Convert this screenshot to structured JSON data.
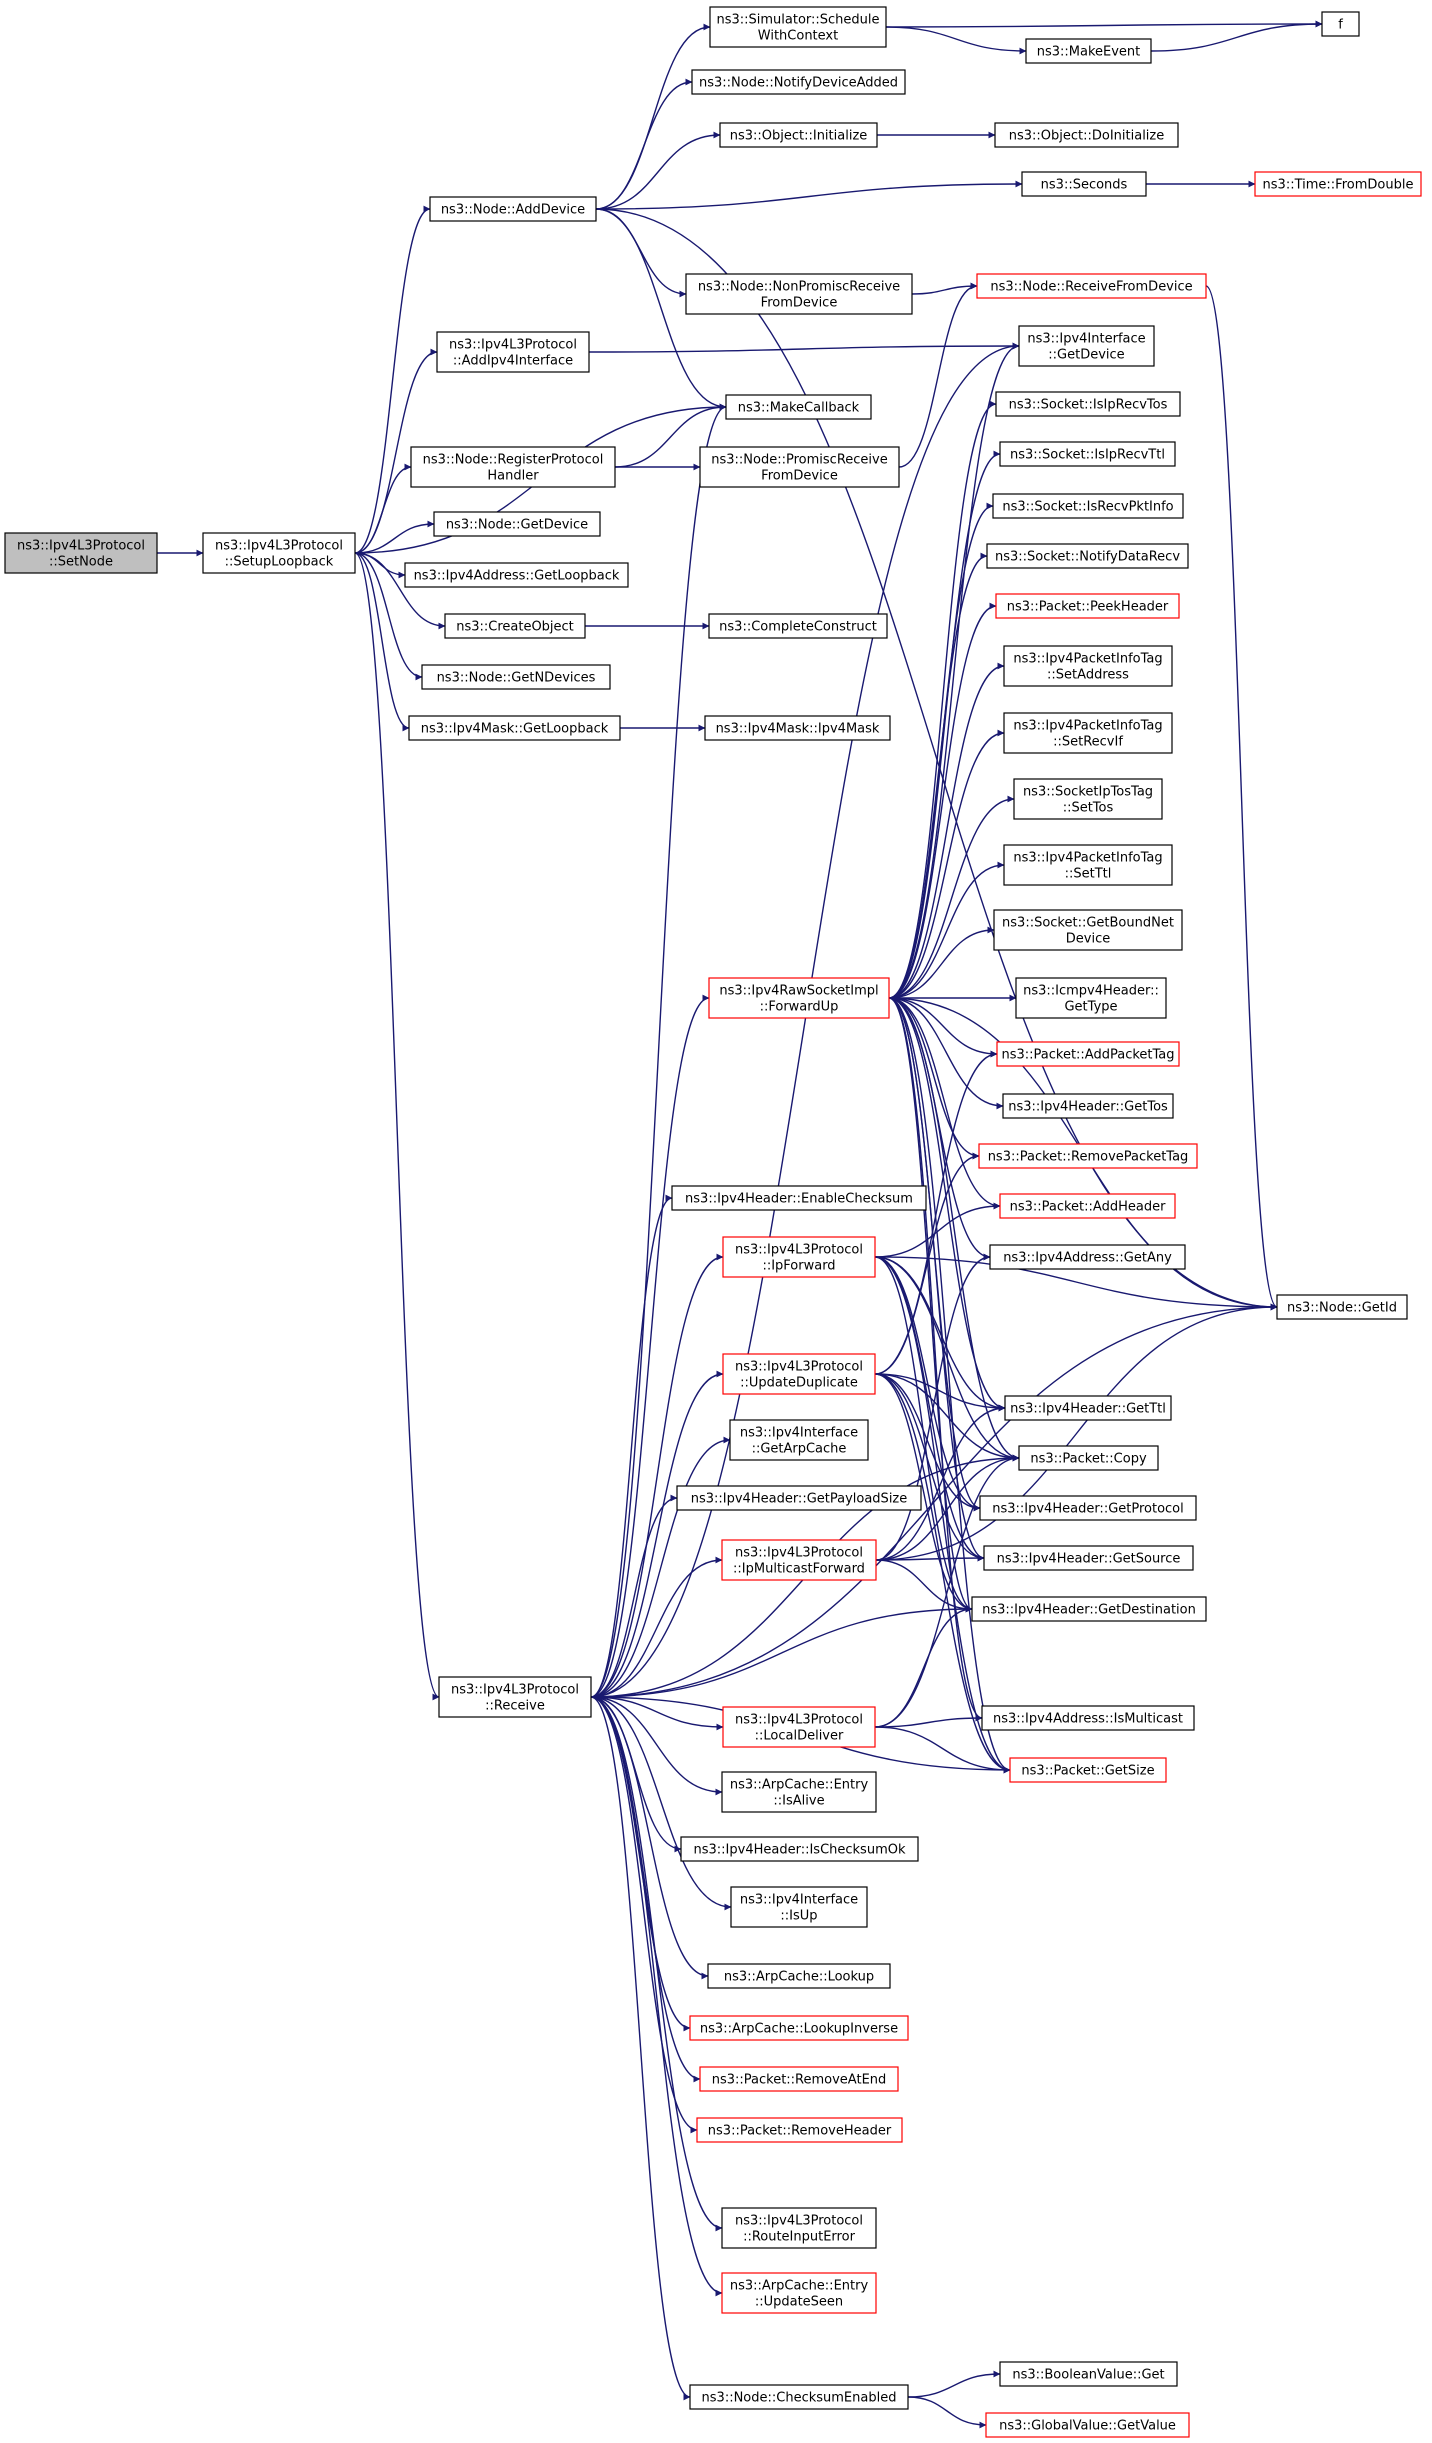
{
  "colors": {
    "edge": "#191970",
    "node_border": "#000000",
    "truncated_border": "#ff0000",
    "root_fill": "#bfbfbf",
    "node_fill": "#ffffff"
  },
  "nodes": {
    "set_node": {
      "lines": [
        "ns3::Ipv4L3Protocol",
        "::SetNode"
      ],
      "style": "root"
    },
    "setup_loopback": {
      "lines": [
        "ns3::Ipv4L3Protocol",
        "::SetupLoopback"
      ],
      "style": "normal"
    },
    "node_add_device": {
      "lines": [
        "ns3::Node::AddDevice"
      ],
      "style": "normal"
    },
    "add_ipv4_interface": {
      "lines": [
        "ns3::Ipv4L3Protocol",
        "::AddIpv4Interface"
      ],
      "style": "normal"
    },
    "register_protocol_handler": {
      "lines": [
        "ns3::Node::RegisterProtocol",
        "Handler"
      ],
      "style": "normal"
    },
    "node_get_device": {
      "lines": [
        "ns3::Node::GetDevice"
      ],
      "style": "normal"
    },
    "ipv4address_get_loopback": {
      "lines": [
        "ns3::Ipv4Address::GetLoopback"
      ],
      "style": "normal"
    },
    "create_object": {
      "lines": [
        "ns3::CreateObject"
      ],
      "style": "normal"
    },
    "node_get_n_devices": {
      "lines": [
        "ns3::Node::GetNDevices"
      ],
      "style": "normal"
    },
    "ipv4mask_get_loopback": {
      "lines": [
        "ns3::Ipv4Mask::GetLoopback"
      ],
      "style": "normal"
    },
    "receive": {
      "lines": [
        "ns3::Ipv4L3Protocol",
        "::Receive"
      ],
      "style": "normal"
    },
    "schedule_with_context": {
      "lines": [
        "ns3::Simulator::Schedule",
        "WithContext"
      ],
      "style": "normal"
    },
    "notify_device_added": {
      "lines": [
        "ns3::Node::NotifyDeviceAdded"
      ],
      "style": "normal"
    },
    "object_initialize": {
      "lines": [
        "ns3::Object::Initialize"
      ],
      "style": "normal"
    },
    "non_promisc_receive": {
      "lines": [
        "ns3::Node::NonPromiscReceive",
        "FromDevice"
      ],
      "style": "normal"
    },
    "make_callback": {
      "lines": [
        "ns3::MakeCallback"
      ],
      "style": "normal"
    },
    "promisc_receive": {
      "lines": [
        "ns3::Node::PromiscReceive",
        "FromDevice"
      ],
      "style": "normal"
    },
    "complete_construct": {
      "lines": [
        "ns3::CompleteConstruct"
      ],
      "style": "normal"
    },
    "ipv4mask_ctor": {
      "lines": [
        "ns3::Ipv4Mask::Ipv4Mask"
      ],
      "style": "normal"
    },
    "f": {
      "lines": [
        "f"
      ],
      "style": "normal"
    },
    "make_event": {
      "lines": [
        "ns3::MakeEvent"
      ],
      "style": "normal"
    },
    "object_do_initialize": {
      "lines": [
        "ns3::Object::DoInitialize"
      ],
      "style": "normal"
    },
    "seconds": {
      "lines": [
        "ns3::Seconds"
      ],
      "style": "normal"
    },
    "time_from_double": {
      "lines": [
        "ns3::Time::FromDouble"
      ],
      "style": "truncated"
    },
    "node_receive_from_device": {
      "lines": [
        "ns3::Node::ReceiveFromDevice"
      ],
      "style": "truncated"
    },
    "ipv4interface_get_device": {
      "lines": [
        "ns3::Ipv4Interface",
        "::GetDevice"
      ],
      "style": "normal"
    },
    "socket_is_ip_recv_tos": {
      "lines": [
        "ns3::Socket::IsIpRecvTos"
      ],
      "style": "normal"
    },
    "socket_is_ip_recv_ttl": {
      "lines": [
        "ns3::Socket::IsIpRecvTtl"
      ],
      "style": "normal"
    },
    "socket_is_recv_pkt_info": {
      "lines": [
        "ns3::Socket::IsRecvPktInfo"
      ],
      "style": "normal"
    },
    "socket_notify_data_recv": {
      "lines": [
        "ns3::Socket::NotifyDataRecv"
      ],
      "style": "normal"
    },
    "packet_peek_header": {
      "lines": [
        "ns3::Packet::PeekHeader"
      ],
      "style": "truncated"
    },
    "pkt_info_set_address": {
      "lines": [
        "ns3::Ipv4PacketInfoTag",
        "::SetAddress"
      ],
      "style": "normal"
    },
    "pkt_info_set_recv_if": {
      "lines": [
        "ns3::Ipv4PacketInfoTag",
        "::SetRecvIf"
      ],
      "style": "normal"
    },
    "socket_ip_tos_tag_set_tos": {
      "lines": [
        "ns3::SocketIpTosTag",
        "::SetTos"
      ],
      "style": "normal"
    },
    "pkt_info_set_ttl": {
      "lines": [
        "ns3::Ipv4PacketInfoTag",
        "::SetTtl"
      ],
      "style": "normal"
    },
    "socket_get_bound_net_device": {
      "lines": [
        "ns3::Socket::GetBoundNet",
        "Device"
      ],
      "style": "normal"
    },
    "raw_socket_forward_up": {
      "lines": [
        "ns3::Ipv4RawSocketImpl",
        "::ForwardUp"
      ],
      "style": "truncated"
    },
    "icmpv4_header_get_type": {
      "lines": [
        "ns3::Icmpv4Header::",
        "GetType"
      ],
      "style": "normal"
    },
    "packet_add_packet_tag": {
      "lines": [
        "ns3::Packet::AddPacketTag"
      ],
      "style": "truncated"
    },
    "ipv4header_get_tos": {
      "lines": [
        "ns3::Ipv4Header::GetTos"
      ],
      "style": "normal"
    },
    "packet_remove_packet_tag": {
      "lines": [
        "ns3::Packet::RemovePacketTag"
      ],
      "style": "truncated"
    },
    "ipv4header_enable_checksum": {
      "lines": [
        "ns3::Ipv4Header::EnableChecksum"
      ],
      "style": "normal"
    },
    "packet_add_header": {
      "lines": [
        "ns3::Packet::AddHeader"
      ],
      "style": "truncated"
    },
    "ip_forward": {
      "lines": [
        "ns3::Ipv4L3Protocol",
        "::IpForward"
      ],
      "style": "truncated"
    },
    "ipv4address_get_any": {
      "lines": [
        "ns3::Ipv4Address::GetAny"
      ],
      "style": "normal"
    },
    "node_get_id": {
      "lines": [
        "ns3::Node::GetId"
      ],
      "style": "normal"
    },
    "update_duplicate": {
      "lines": [
        "ns3::Ipv4L3Protocol",
        "::UpdateDuplicate"
      ],
      "style": "truncated"
    },
    "ipv4header_get_ttl": {
      "lines": [
        "ns3::Ipv4Header::GetTtl"
      ],
      "style": "normal"
    },
    "ipv4interface_get_arp_cache": {
      "lines": [
        "ns3::Ipv4Interface",
        "::GetArpCache"
      ],
      "style": "normal"
    },
    "packet_copy": {
      "lines": [
        "ns3::Packet::Copy"
      ],
      "style": "normal"
    },
    "ipv4header_get_payload_size": {
      "lines": [
        "ns3::Ipv4Header::GetPayloadSize"
      ],
      "style": "normal"
    },
    "ipv4header_get_protocol": {
      "lines": [
        "ns3::Ipv4Header::GetProtocol"
      ],
      "style": "normal"
    },
    "ip_multicast_forward": {
      "lines": [
        "ns3::Ipv4L3Protocol",
        "::IpMulticastForward"
      ],
      "style": "truncated"
    },
    "ipv4header_get_source": {
      "lines": [
        "ns3::Ipv4Header::GetSource"
      ],
      "style": "normal"
    },
    "ipv4header_get_destination": {
      "lines": [
        "ns3::Ipv4Header::GetDestination"
      ],
      "style": "normal"
    },
    "local_deliver": {
      "lines": [
        "ns3::Ipv4L3Protocol",
        "::LocalDeliver"
      ],
      "style": "truncated"
    },
    "ipv4address_is_multicast": {
      "lines": [
        "ns3::Ipv4Address::IsMulticast"
      ],
      "style": "normal"
    },
    "packet_get_size": {
      "lines": [
        "ns3::Packet::GetSize"
      ],
      "style": "truncated"
    },
    "arp_cache_entry_is_alive": {
      "lines": [
        "ns3::ArpCache::Entry",
        "::IsAlive"
      ],
      "style": "normal"
    },
    "ipv4header_is_checksum_ok": {
      "lines": [
        "ns3::Ipv4Header::IsChecksumOk"
      ],
      "style": "normal"
    },
    "ipv4interface_is_up": {
      "lines": [
        "ns3::Ipv4Interface",
        "::IsUp"
      ],
      "style": "normal"
    },
    "arp_cache_lookup": {
      "lines": [
        "ns3::ArpCache::Lookup"
      ],
      "style": "normal"
    },
    "arp_cache_lookup_inverse": {
      "lines": [
        "ns3::ArpCache::LookupInverse"
      ],
      "style": "truncated"
    },
    "packet_remove_at_end": {
      "lines": [
        "ns3::Packet::RemoveAtEnd"
      ],
      "style": "truncated"
    },
    "packet_remove_header": {
      "lines": [
        "ns3::Packet::RemoveHeader"
      ],
      "style": "truncated"
    },
    "route_input_error": {
      "lines": [
        "ns3::Ipv4L3Protocol",
        "::RouteInputError"
      ],
      "style": "normal"
    },
    "arp_cache_entry_update_seen": {
      "lines": [
        "ns3::ArpCache::Entry",
        "::UpdateSeen"
      ],
      "style": "truncated"
    },
    "node_checksum_enabled": {
      "lines": [
        "ns3::Node::ChecksumEnabled"
      ],
      "style": "normal"
    },
    "boolean_value_get": {
      "lines": [
        "ns3::BooleanValue::Get"
      ],
      "style": "normal"
    },
    "global_value_get_value": {
      "lines": [
        "ns3::GlobalValue::GetValue"
      ],
      "style": "truncated"
    }
  },
  "edges": [
    [
      "set_node",
      "setup_loopback"
    ],
    [
      "setup_loopback",
      "node_add_device"
    ],
    [
      "setup_loopback",
      "add_ipv4_interface"
    ],
    [
      "setup_loopback",
      "make_callback"
    ],
    [
      "setup_loopback",
      "register_protocol_handler"
    ],
    [
      "setup_loopback",
      "node_get_device"
    ],
    [
      "setup_loopback",
      "ipv4address_get_loopback"
    ],
    [
      "setup_loopback",
      "create_object"
    ],
    [
      "setup_loopback",
      "node_get_n_devices"
    ],
    [
      "setup_loopback",
      "ipv4mask_get_loopback"
    ],
    [
      "setup_loopback",
      "receive"
    ],
    [
      "node_add_device",
      "schedule_with_context"
    ],
    [
      "node_add_device",
      "notify_device_added"
    ],
    [
      "node_add_device",
      "object_initialize"
    ],
    [
      "node_add_device",
      "seconds"
    ],
    [
      "node_add_device",
      "non_promisc_receive"
    ],
    [
      "node_add_device",
      "make_callback"
    ],
    [
      "node_add_device",
      "node_get_id"
    ],
    [
      "schedule_with_context",
      "f"
    ],
    [
      "schedule_with_context",
      "make_event"
    ],
    [
      "make_event",
      "f"
    ],
    [
      "object_initialize",
      "object_do_initialize"
    ],
    [
      "seconds",
      "time_from_double"
    ],
    [
      "non_promisc_receive",
      "node_receive_from_device"
    ],
    [
      "node_receive_from_device",
      "node_get_id"
    ],
    [
      "add_ipv4_interface",
      "ipv4interface_get_device"
    ],
    [
      "register_protocol_handler",
      "make_callback"
    ],
    [
      "register_protocol_handler",
      "promisc_receive"
    ],
    [
      "promisc_receive",
      "node_receive_from_device"
    ],
    [
      "create_object",
      "complete_construct"
    ],
    [
      "ipv4mask_get_loopback",
      "ipv4mask_ctor"
    ],
    [
      "receive",
      "raw_socket_forward_up"
    ],
    [
      "receive",
      "make_callback"
    ],
    [
      "receive",
      "ipv4header_enable_checksum"
    ],
    [
      "receive",
      "ip_forward"
    ],
    [
      "receive",
      "update_duplicate"
    ],
    [
      "receive",
      "ipv4interface_get_arp_cache"
    ],
    [
      "receive",
      "ipv4header_get_payload_size"
    ],
    [
      "receive",
      "ip_multicast_forward"
    ],
    [
      "receive",
      "ipv4header_get_destination"
    ],
    [
      "receive",
      "local_deliver"
    ],
    [
      "receive",
      "arp_cache_entry_is_alive"
    ],
    [
      "receive",
      "ipv4header_is_checksum_ok"
    ],
    [
      "receive",
      "ipv4interface_is_up"
    ],
    [
      "receive",
      "arp_cache_lookup"
    ],
    [
      "receive",
      "arp_cache_lookup_inverse"
    ],
    [
      "receive",
      "packet_remove_at_end"
    ],
    [
      "receive",
      "packet_remove_header"
    ],
    [
      "receive",
      "route_input_error"
    ],
    [
      "receive",
      "arp_cache_entry_update_seen"
    ],
    [
      "receive",
      "node_checksum_enabled"
    ],
    [
      "receive",
      "packet_get_size"
    ],
    [
      "receive",
      "ipv4interface_get_device"
    ],
    [
      "receive",
      "node_get_id"
    ],
    [
      "receive",
      "packet_copy"
    ],
    [
      "raw_socket_forward_up",
      "ipv4interface_get_device"
    ],
    [
      "raw_socket_forward_up",
      "socket_is_ip_recv_tos"
    ],
    [
      "raw_socket_forward_up",
      "socket_is_ip_recv_ttl"
    ],
    [
      "raw_socket_forward_up",
      "socket_is_recv_pkt_info"
    ],
    [
      "raw_socket_forward_up",
      "socket_notify_data_recv"
    ],
    [
      "raw_socket_forward_up",
      "packet_peek_header"
    ],
    [
      "raw_socket_forward_up",
      "pkt_info_set_address"
    ],
    [
      "raw_socket_forward_up",
      "pkt_info_set_recv_if"
    ],
    [
      "raw_socket_forward_up",
      "socket_ip_tos_tag_set_tos"
    ],
    [
      "raw_socket_forward_up",
      "pkt_info_set_ttl"
    ],
    [
      "raw_socket_forward_up",
      "socket_get_bound_net_device"
    ],
    [
      "raw_socket_forward_up",
      "icmpv4_header_get_type"
    ],
    [
      "raw_socket_forward_up",
      "packet_add_packet_tag"
    ],
    [
      "raw_socket_forward_up",
      "ipv4header_get_tos"
    ],
    [
      "raw_socket_forward_up",
      "packet_remove_packet_tag"
    ],
    [
      "raw_socket_forward_up",
      "packet_add_header"
    ],
    [
      "raw_socket_forward_up",
      "ipv4address_get_any"
    ],
    [
      "raw_socket_forward_up",
      "ipv4header_get_ttl"
    ],
    [
      "raw_socket_forward_up",
      "packet_copy"
    ],
    [
      "raw_socket_forward_up",
      "ipv4header_get_protocol"
    ],
    [
      "raw_socket_forward_up",
      "ipv4header_get_source"
    ],
    [
      "raw_socket_forward_up",
      "ipv4header_get_destination"
    ],
    [
      "raw_socket_forward_up",
      "ipv4address_is_multicast"
    ],
    [
      "raw_socket_forward_up",
      "packet_get_size"
    ],
    [
      "raw_socket_forward_up",
      "node_get_id"
    ],
    [
      "ip_forward",
      "packet_add_header"
    ],
    [
      "ip_forward",
      "node_get_id"
    ],
    [
      "ip_forward",
      "ipv4header_get_ttl"
    ],
    [
      "ip_forward",
      "packet_copy"
    ],
    [
      "ip_forward",
      "ipv4header_get_protocol"
    ],
    [
      "ip_forward",
      "ipv4header_get_source"
    ],
    [
      "ip_forward",
      "ipv4header_get_destination"
    ],
    [
      "ip_forward",
      "packet_get_size"
    ],
    [
      "update_duplicate",
      "packet_add_packet_tag"
    ],
    [
      "update_duplicate",
      "packet_remove_packet_tag"
    ],
    [
      "update_duplicate",
      "ipv4header_get_ttl"
    ],
    [
      "update_duplicate",
      "packet_copy"
    ],
    [
      "update_duplicate",
      "ipv4header_get_protocol"
    ],
    [
      "update_duplicate",
      "ipv4header_get_source"
    ],
    [
      "update_duplicate",
      "ipv4header_get_destination"
    ],
    [
      "update_duplicate",
      "packet_get_size"
    ],
    [
      "ip_multicast_forward",
      "ipv4address_get_any"
    ],
    [
      "ip_multicast_forward",
      "ipv4header_get_ttl"
    ],
    [
      "ip_multicast_forward",
      "packet_copy"
    ],
    [
      "ip_multicast_forward",
      "ipv4header_get_source"
    ],
    [
      "ip_multicast_forward",
      "ipv4header_get_destination"
    ],
    [
      "ip_multicast_forward",
      "node_get_id"
    ],
    [
      "local_deliver",
      "packet_copy"
    ],
    [
      "local_deliver",
      "ipv4header_get_destination"
    ],
    [
      "local_deliver",
      "ipv4address_is_multicast"
    ],
    [
      "local_deliver",
      "packet_get_size"
    ],
    [
      "node_checksum_enabled",
      "boolean_value_get"
    ],
    [
      "node_checksum_enabled",
      "global_value_get_value"
    ]
  ]
}
